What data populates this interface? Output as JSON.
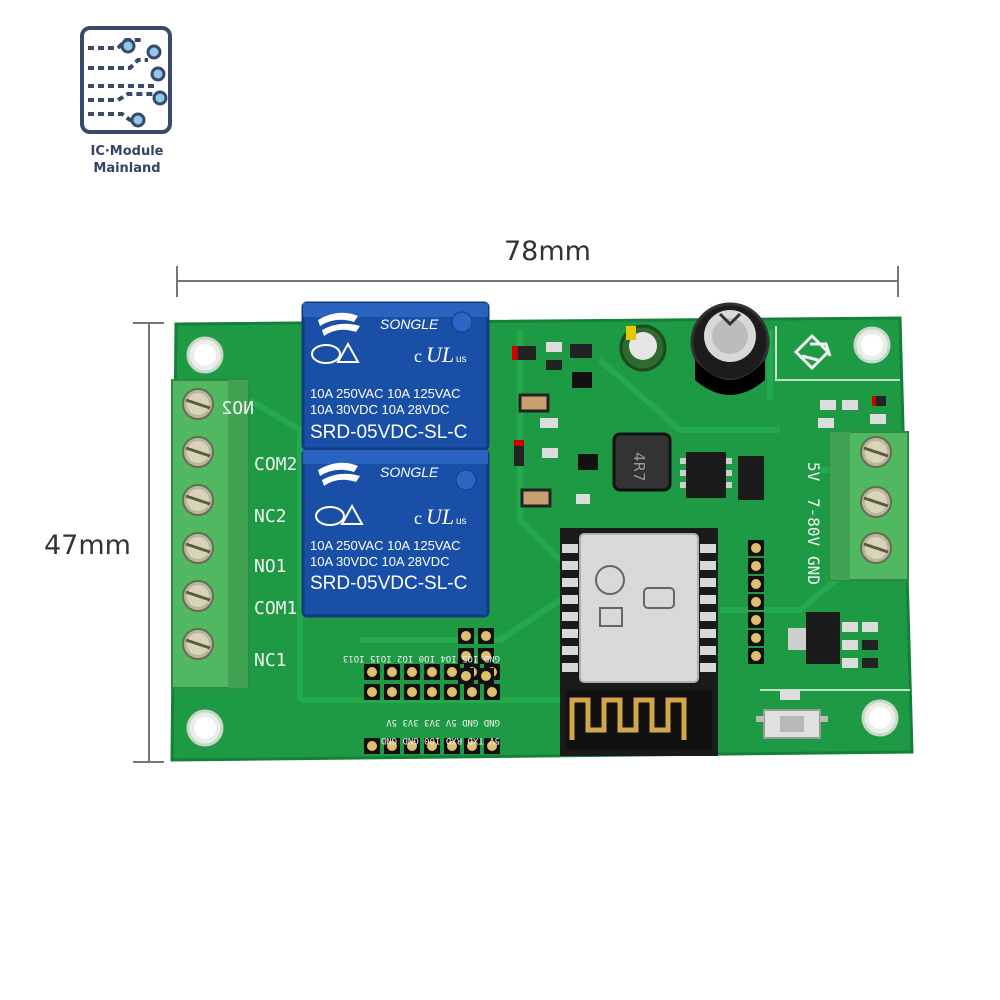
{
  "logo": {
    "line1": "IC·Module",
    "line2": "Mainland"
  },
  "dimensions": {
    "width": "78mm",
    "height": "47mm"
  },
  "relay": {
    "brand": "SONGLE",
    "rating1": "10A 250VAC  10A 125VAC",
    "rating2": "10A  30VDC  10A  28VDC",
    "model": "SRD-05VDC-SL-C"
  },
  "terminals": [
    "NO2",
    "COM2",
    "NC2",
    "NO1",
    "COM1",
    "NC1"
  ],
  "power_labels": [
    "5V",
    "7-80V",
    "GND"
  ],
  "inductor": "4R7",
  "header_row1": "GND IO5 IO4 IO0 IO2 IO15 IO13",
  "header_row2": "GND GND 5V 3V3 3V3 5V",
  "header_row3": "5V TXD RXD IO0 GND GND",
  "colors": {
    "pcb": "#1e9a45",
    "relay": "#1a4fa8",
    "terminal": "#4fb861"
  }
}
